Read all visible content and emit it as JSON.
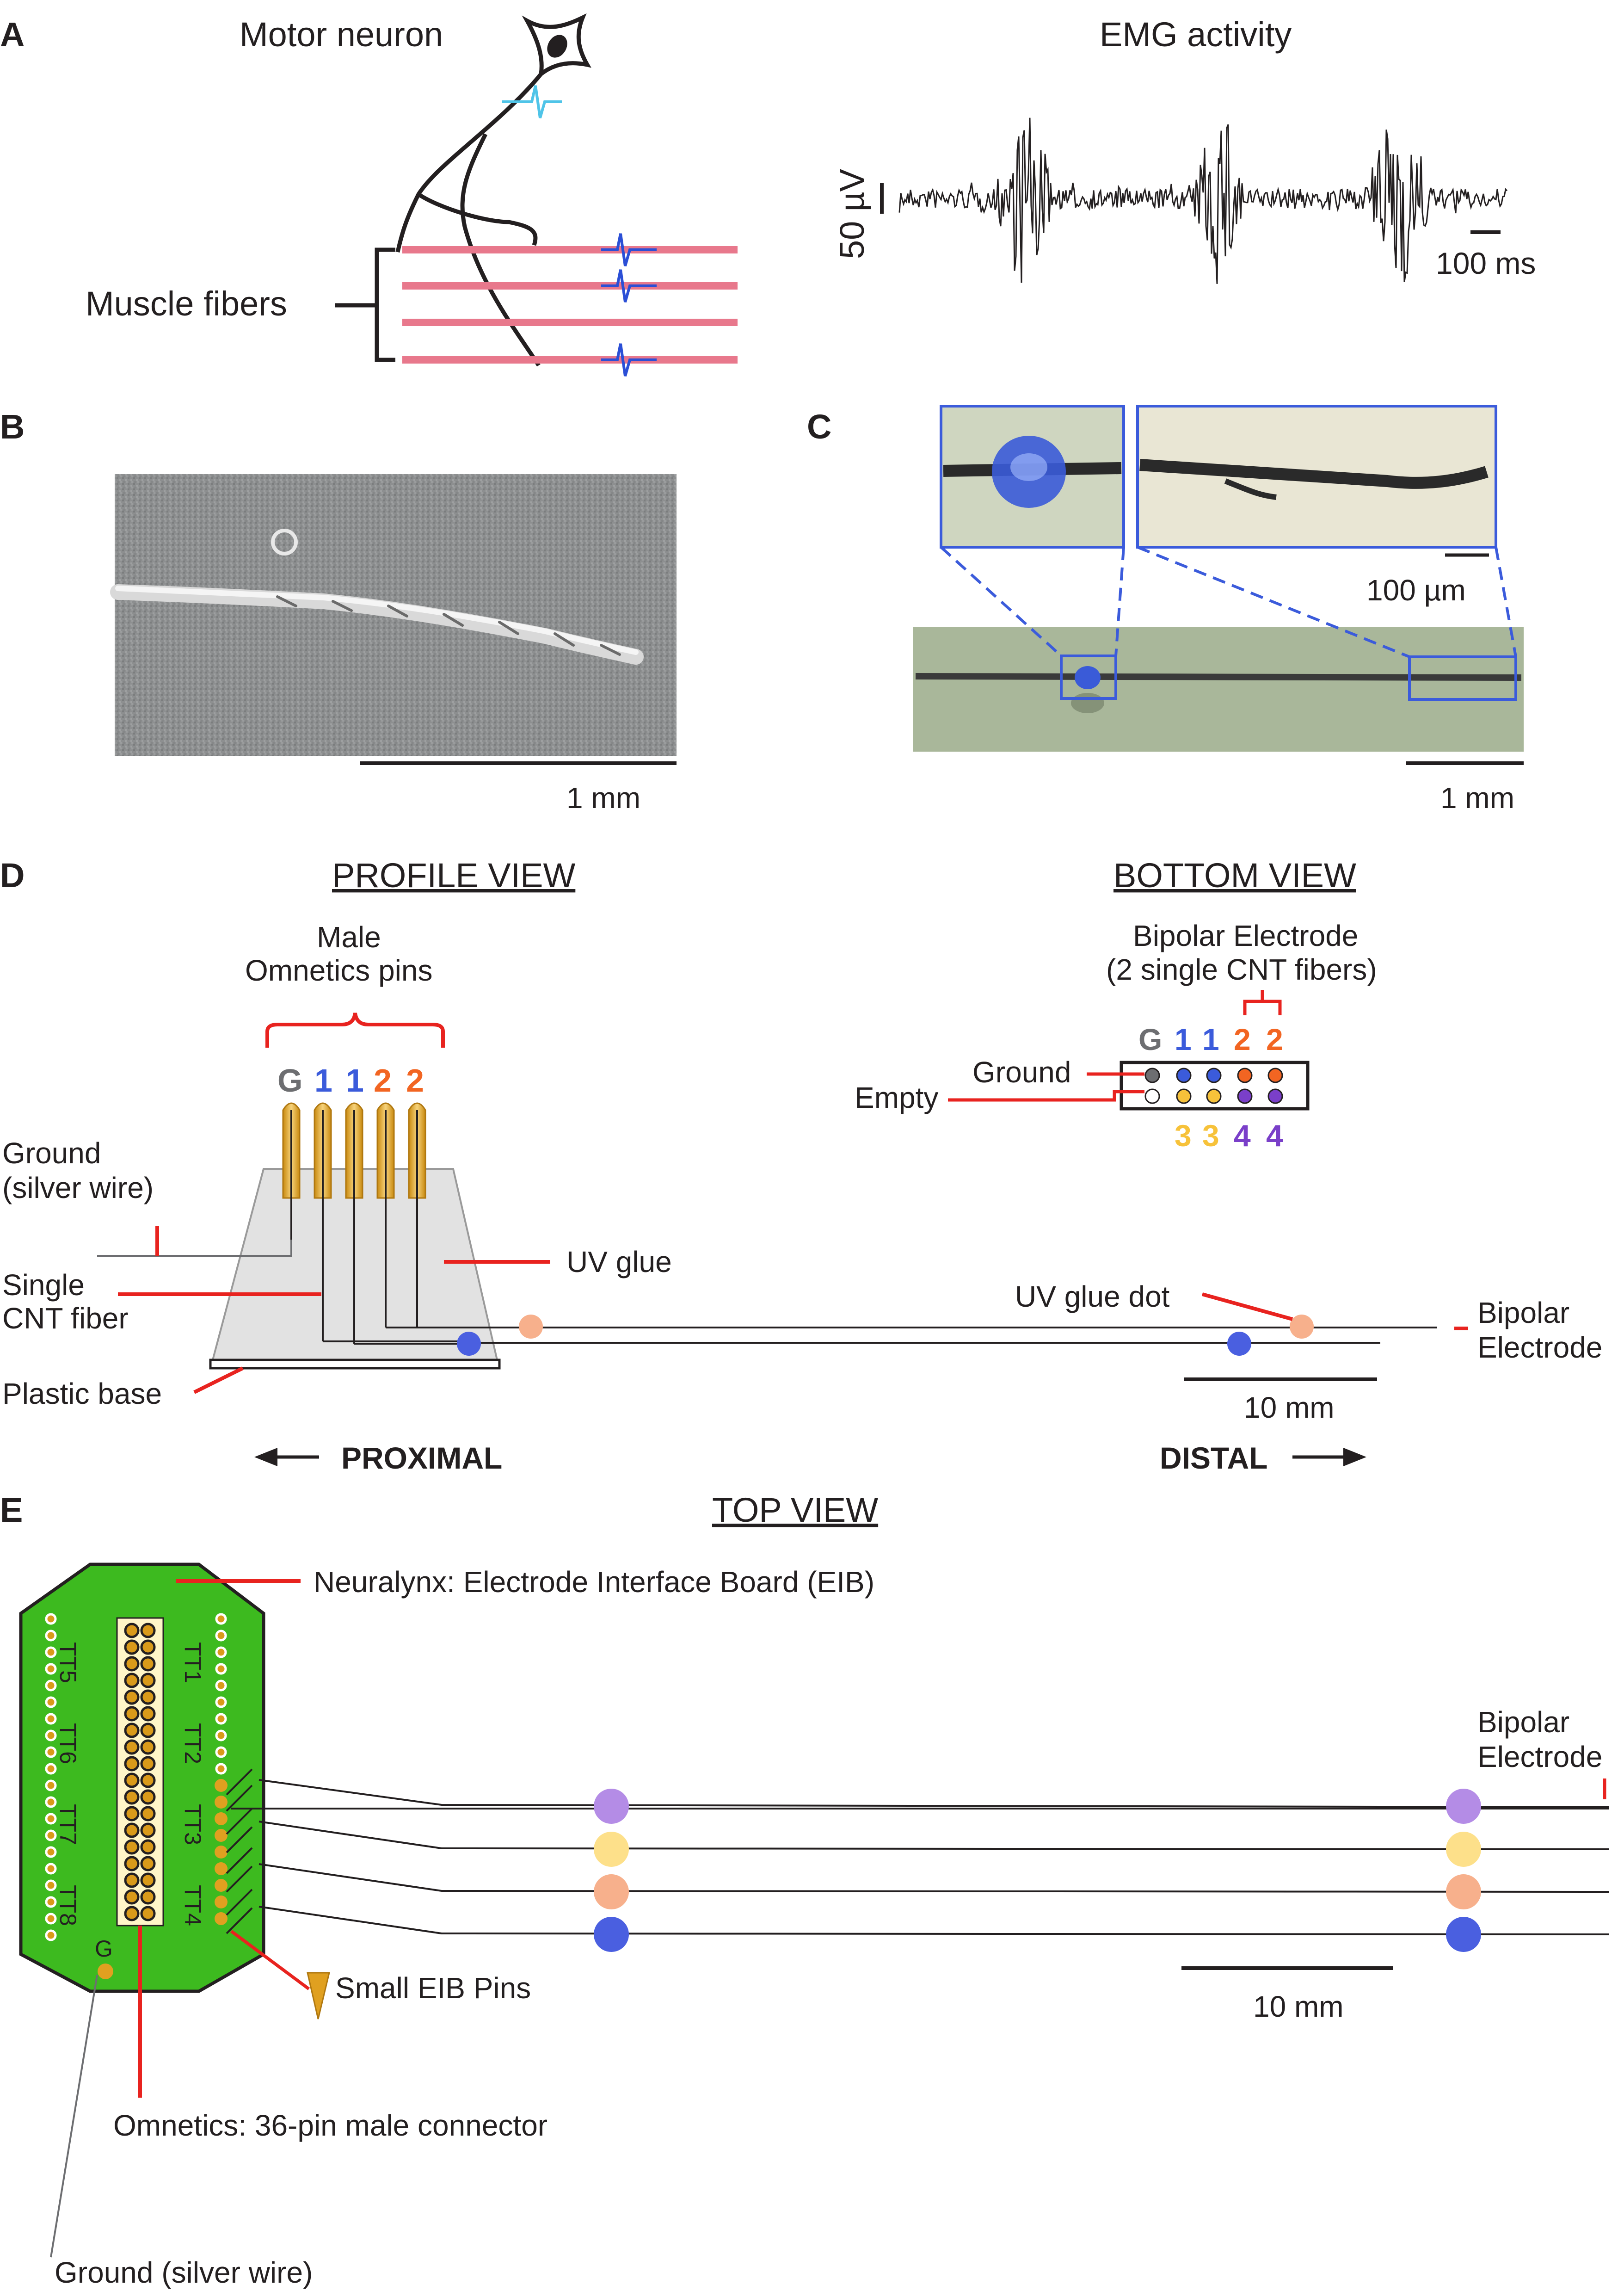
{
  "panels": {
    "A": {
      "letter": "A",
      "motor_neuron": "Motor neuron",
      "emg_title": "EMG activity",
      "muscle_fibers": "Muscle fibers",
      "scale_v": "50 µV",
      "scale_t": "100 ms"
    },
    "B": {
      "letter": "B",
      "scale": "1 mm"
    },
    "C": {
      "letter": "C",
      "scale_inset": "100 µm",
      "scale_main": "1 mm"
    },
    "D": {
      "letter": "D",
      "profile_title": "PROFILE VIEW",
      "bottom_title": "BOTTOM VIEW",
      "male_omnetics_1": "Male",
      "male_omnetics_2": "Omnetics pins",
      "pin_labels": [
        "G",
        "1",
        "1",
        "2",
        "2"
      ],
      "bipolar_1": "Bipolar Electrode",
      "bipolar_2": "(2 single CNT fibers)",
      "top_row_labels": [
        "G",
        "1",
        "1",
        "2",
        "2"
      ],
      "bottom_row_labels": [
        "3",
        "3",
        "4",
        "4"
      ],
      "ground": "Ground",
      "empty": "Empty",
      "ground_silver_1": "Ground",
      "ground_silver_2": "(silver wire)",
      "single_cnt_1": "Single",
      "single_cnt_2": "CNT fiber",
      "uv_glue": "UV glue",
      "uv_glue_dot": "UV glue dot",
      "plastic_base": "Plastic base",
      "bipolar_electrode_1": "Bipolar",
      "bipolar_electrode_2": "Electrode",
      "scale": "10 mm",
      "proximal": "PROXIMAL",
      "distal": "DISTAL"
    },
    "E": {
      "letter": "E",
      "top_title": "TOP VIEW",
      "eib": "Neuralynx: Electrode Interface Board (EIB)",
      "tt_right": [
        "TT1",
        "TT2",
        "TT3",
        "TT4"
      ],
      "tt_left": [
        "TT5",
        "TT6",
        "TT7",
        "TT8"
      ],
      "g": "G",
      "bipolar_1": "Bipolar",
      "bipolar_2": "Electrode",
      "small_pins": "Small EIB Pins",
      "omnetics": "Omnetics: 36-pin male connector",
      "ground_silver": "Ground (silver wire)",
      "scale": "10 mm"
    }
  },
  "colors": {
    "muscle": "#e8788c",
    "ap_blue": "#2b4fd6",
    "ap_cyan": "#4fc4e8",
    "ground_gray": "#6d6e71",
    "ch1_blue": "#3b5bdb",
    "ch2_orange": "#f26522",
    "ch3_yellow": "#f7c23a",
    "ch4_purple": "#7a3fc9",
    "dot_blue": "#4a5fe0",
    "dot_salmon": "#f7b08c",
    "dot_yellow": "#fde08a",
    "dot_lavender": "#b48ce6",
    "red_leader": "#e8231f",
    "pcb_green": "#3dba1f",
    "pin_gold": "#e0a020",
    "glue_gray": "#e2e2e2"
  }
}
